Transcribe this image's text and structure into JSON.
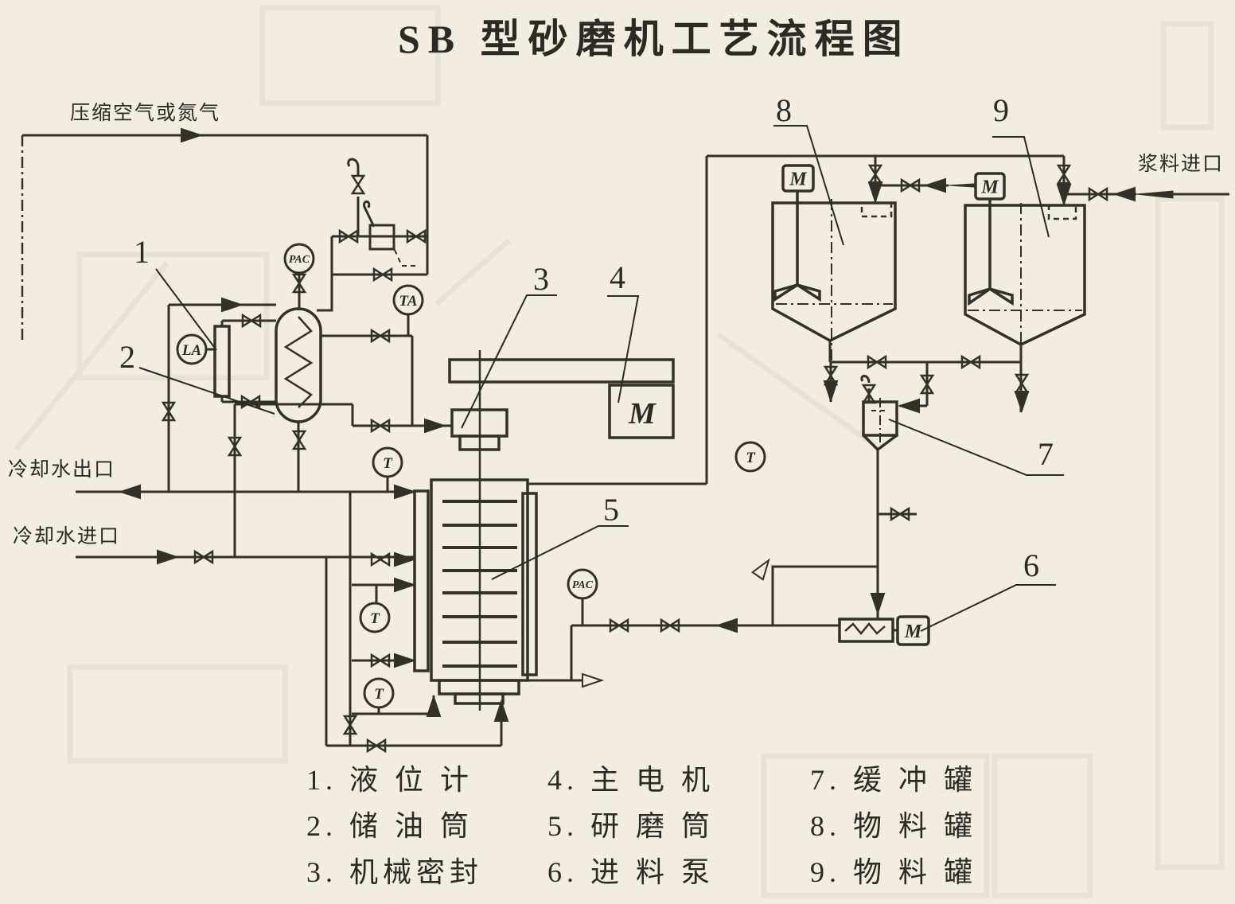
{
  "title": "SB 型砂磨机工艺流程图",
  "streams": {
    "compressed_air": "压缩空气或氮气",
    "cooling_water_out": "冷却水出口",
    "cooling_water_in": "冷却水进口",
    "slurry_inlet": "浆料进口"
  },
  "callouts": [
    "1",
    "2",
    "3",
    "4",
    "5",
    "6",
    "7",
    "8",
    "9"
  ],
  "legend": {
    "items": [
      "1. 液 位 计",
      "2. 储 油 筒",
      "3. 机械密封",
      "4. 主 电 机",
      "5. 研 磨 筒",
      "6. 进 料 泵",
      "7. 缓 冲 罐",
      "8. 物 料 罐",
      "9. 物 料 罐"
    ]
  },
  "instruments": {
    "tags": {
      "pac": "PAC",
      "ta": "TA",
      "la": "LA",
      "t": "T"
    },
    "motor": "M"
  },
  "colors": {
    "ink": "#33302a",
    "paper": "#f1ede2",
    "bleed": "#aaa28b"
  }
}
